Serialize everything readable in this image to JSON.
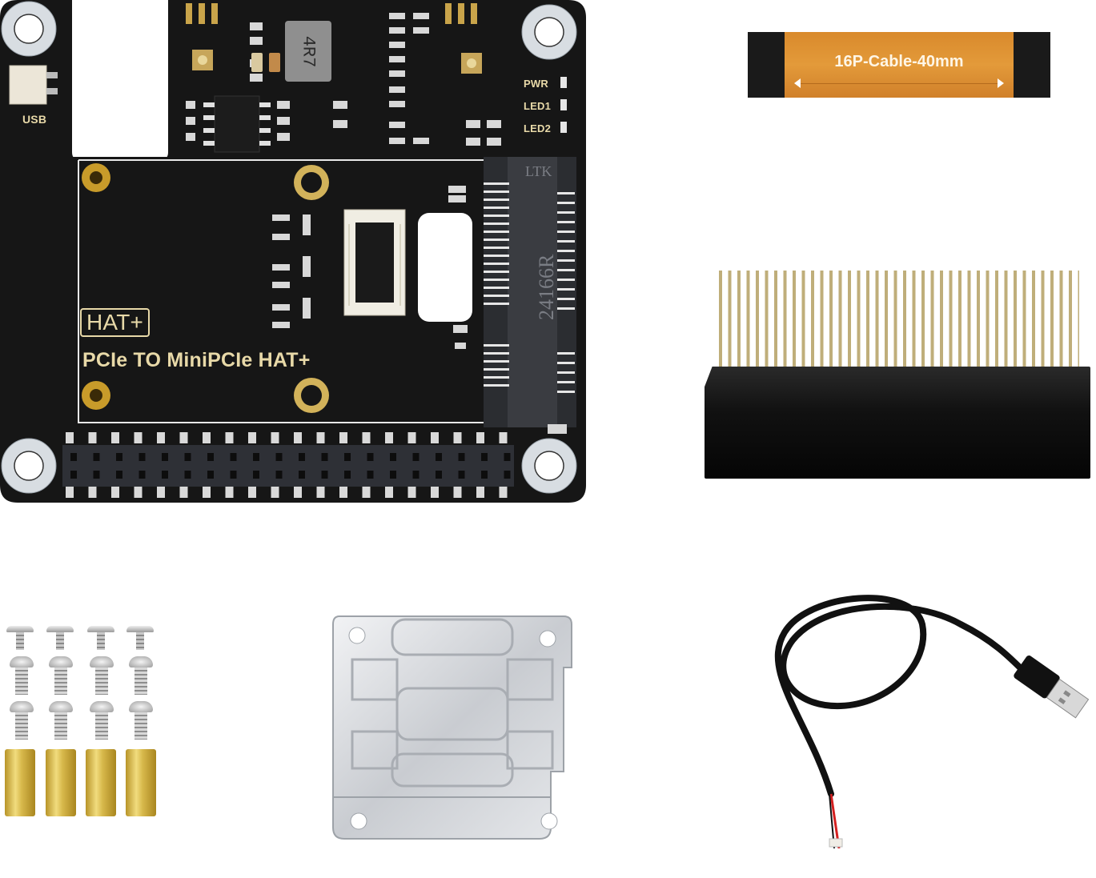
{
  "scene": {
    "description": "Product kit photo on white background",
    "background_color": "#ffffff"
  },
  "board": {
    "title": "PCIe TO MiniPCIe HAT+",
    "logo_text": "HAT+",
    "usb_label": "USB",
    "leds": [
      {
        "label": "PWR"
      },
      {
        "label": "LED1"
      },
      {
        "label": "LED2"
      }
    ],
    "inductor_marking": "4R7",
    "slot_brand": "LTK",
    "slot_code": "24166R",
    "gpio_header_pins": 40,
    "mounting_holes": 4,
    "pcb_color": "#161616",
    "silkscreen_color": "#e8d9a8"
  },
  "accessories": {
    "ffc_cable": {
      "label": "16P-Cable-40mm",
      "color": "#e39a3a"
    },
    "stacking_header": {
      "description": "2x20 stacking pin header",
      "visible_pins": 40
    },
    "hardware": {
      "short_screws": 4,
      "long_screws": 8,
      "brass_standoffs": 4
    },
    "bracket": {
      "description": "Metal MiniPCIe adapter bracket"
    },
    "usb_cable": {
      "description": "USB-A to 2-pin power cable",
      "wire_colors": [
        "#1a1a1a",
        "#d42020"
      ]
    }
  }
}
